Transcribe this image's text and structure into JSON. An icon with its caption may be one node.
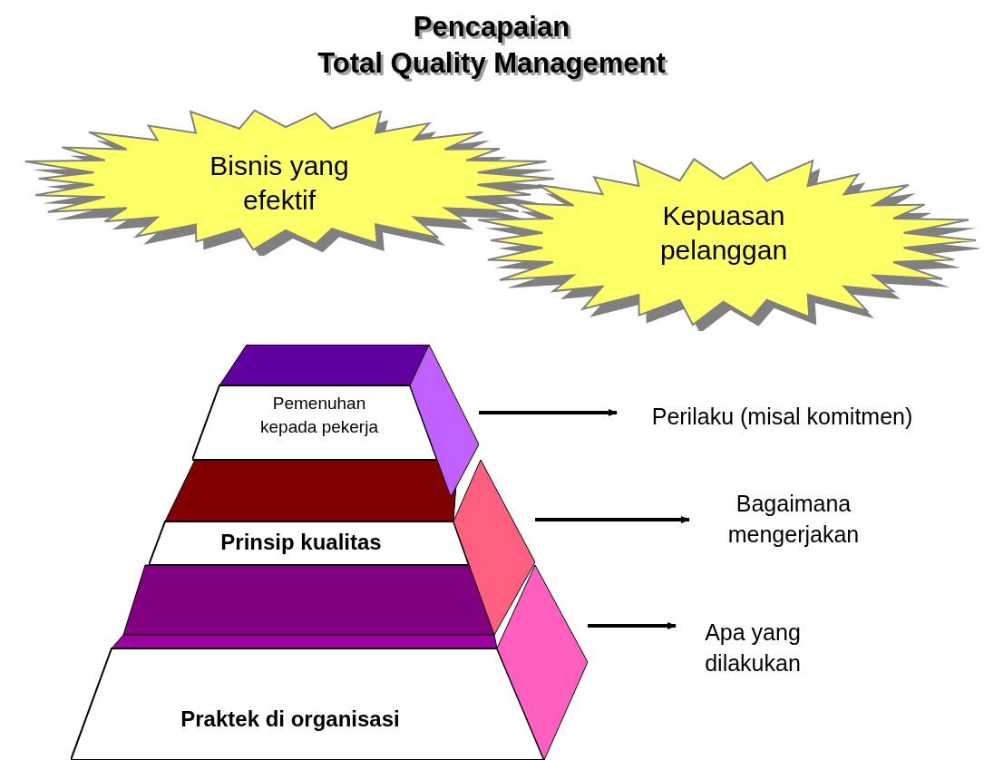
{
  "diagram": {
    "title": "Pencapaian Total Quality Management",
    "nodes": [
      {
        "text": [
          "Bisnis yang efektif"
        ]
      },
      {
        "text": [
          "Kepuasan pelanggan"
        ]
      },
      {
        "text": [
          "Pemenuhan kepada pekerja"
        ]
      },
      {
        "text": [
          "Prinsip kualitas"
        ]
      },
      {
        "text": [
          "Praktek di organisasi"
        ]
      },
      {
        "text": [
          "Perilaku (misal komitmen)"
        ]
      },
      {
        "text": [
          "Bagaimana mengerjakan"
        ]
      },
      {
        "text": [
          "Apa yang dilakukan"
        ]
      }
    ],
    "edges": [
      {
        "from": 2,
        "to": 5,
        "arrow": "to"
      },
      {
        "from": 3,
        "to": 6,
        "arrow": "to"
      },
      {
        "from": 4,
        "to": 7,
        "arrow": "to"
      }
    ]
  }
}
